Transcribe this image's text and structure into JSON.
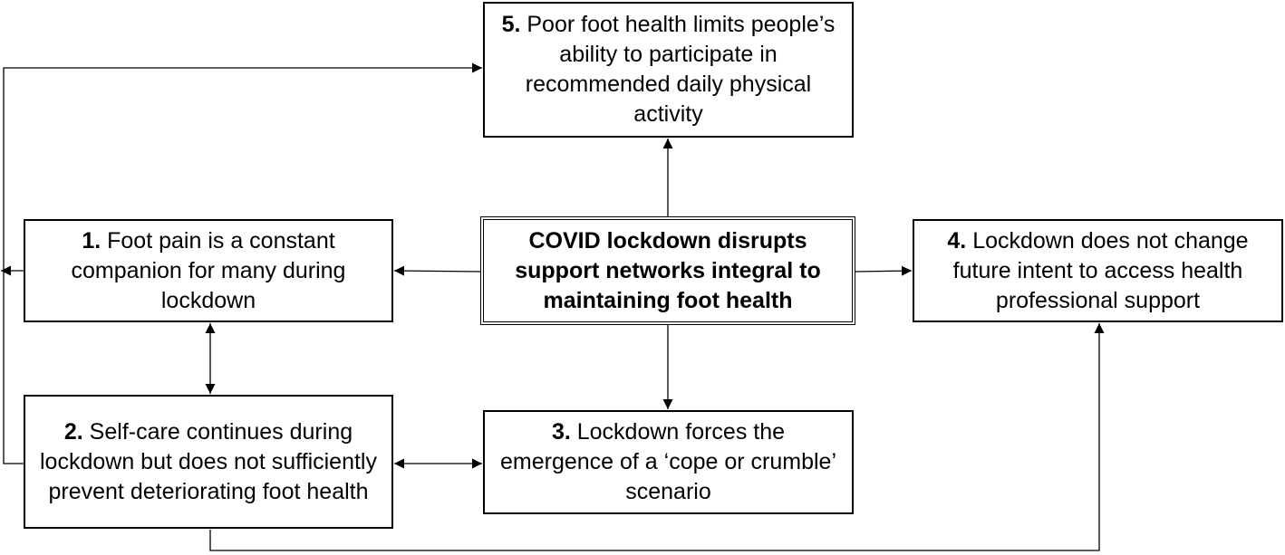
{
  "diagram": {
    "center": {
      "text": "COVID lockdown disrupts support networks integral to maintaining foot health"
    },
    "themes": [
      {
        "id": "1",
        "number": "1.",
        "text": " Foot pain is a constant companion for many during lockdown"
      },
      {
        "id": "2",
        "number": "2.",
        "text": " Self-care continues during lockdown but does not sufficiently prevent deteriorating foot health"
      },
      {
        "id": "3",
        "number": "3.",
        "text": " Lockdown forces the emergence of a ‘cope or crumble’ scenario"
      },
      {
        "id": "4",
        "number": "4.",
        "text": " Lockdown does not change future intent to access health professional support"
      },
      {
        "id": "5",
        "number": "5.",
        "text": " Poor foot health limits people’s ability to participate in recommended daily physical activity"
      }
    ],
    "connections": [
      {
        "from": "center",
        "to": "5",
        "direction": "forward"
      },
      {
        "from": "center",
        "to": "1",
        "direction": "forward"
      },
      {
        "from": "center",
        "to": "4",
        "direction": "forward"
      },
      {
        "from": "center",
        "to": "3",
        "direction": "forward"
      },
      {
        "from": "1",
        "to": "2",
        "direction": "both"
      },
      {
        "from": "2",
        "to": "3",
        "direction": "both"
      },
      {
        "from": "2",
        "to": "5",
        "direction": "forward"
      },
      {
        "from": "2",
        "to": "4",
        "direction": "forward"
      }
    ],
    "colors": {
      "line": "#000000",
      "box_border": "#000000",
      "background": "#ffffff"
    }
  }
}
